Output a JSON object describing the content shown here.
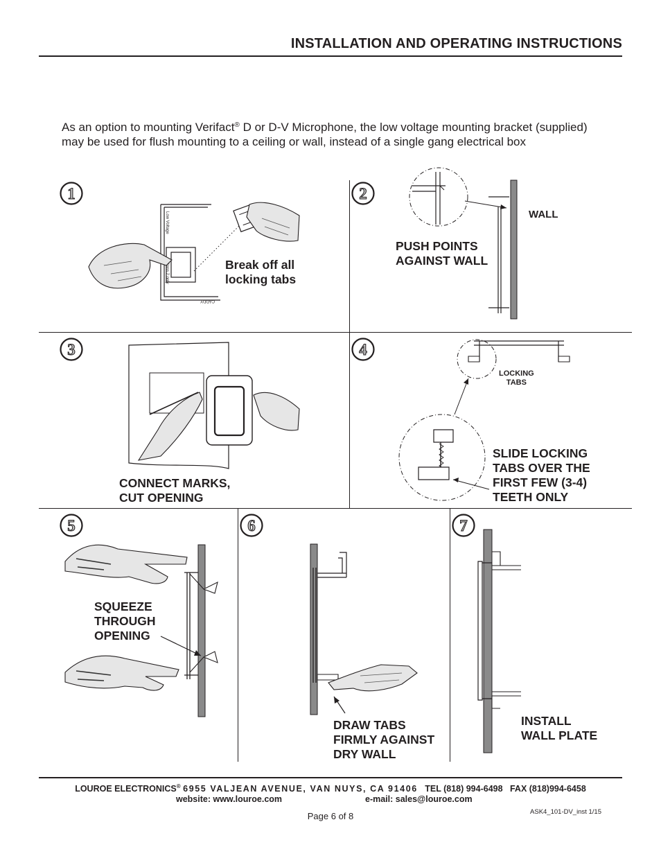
{
  "header": {
    "title": "INSTALLATION AND OPERATING INSTRUCTIONS"
  },
  "intro": {
    "before_mark": "As an option to mounting Verifact",
    "registered_mark": "®",
    "after_mark": " D or D-V Microphone,  the low voltage mounting bracket (supplied) may be used for flush mounting to a ceiling or wall, instead of a single gang electrical box"
  },
  "steps": [
    {
      "number": "1",
      "label": "Break off all\nlocking tabs",
      "bracket_text": {
        "low_voltage": "Low Voltage",
        "class2": "Class 2 only",
        "caddy": "CADDY"
      }
    },
    {
      "number": "2",
      "label": "PUSH POINTS\nAGAINST WALL",
      "wall_label": "WALL"
    },
    {
      "number": "3",
      "label": "CONNECT MARKS,\nCUT OPENING"
    },
    {
      "number": "4",
      "label": "SLIDE LOCKING\nTABS OVER THE\nFIRST FEW (3-4)\nTEETH ONLY",
      "detail_label": "LOCKING\nTABS"
    },
    {
      "number": "5",
      "label": "SQUEEZE\nTHROUGH\nOPENING"
    },
    {
      "number": "6",
      "label": "DRAW TABS\nFIRMLY AGAINST\nDRY WALL"
    },
    {
      "number": "7",
      "label": "INSTALL\nWALL PLATE"
    }
  ],
  "footer": {
    "company": "LOUROE ELECTRONICS",
    "registered_mark": "®",
    "address": "6955 VALJEAN AVENUE, VAN NUYS, CA 91406",
    "tel": "TEL (818) 994-6498",
    "fax": "FAX (818)994-6458",
    "website": "website: www.louroe.com",
    "email": "e-mail: sales@louroe.com",
    "page": "Page 6 of 8",
    "doc_id": "ASK4_101-DV_inst 1/15"
  }
}
